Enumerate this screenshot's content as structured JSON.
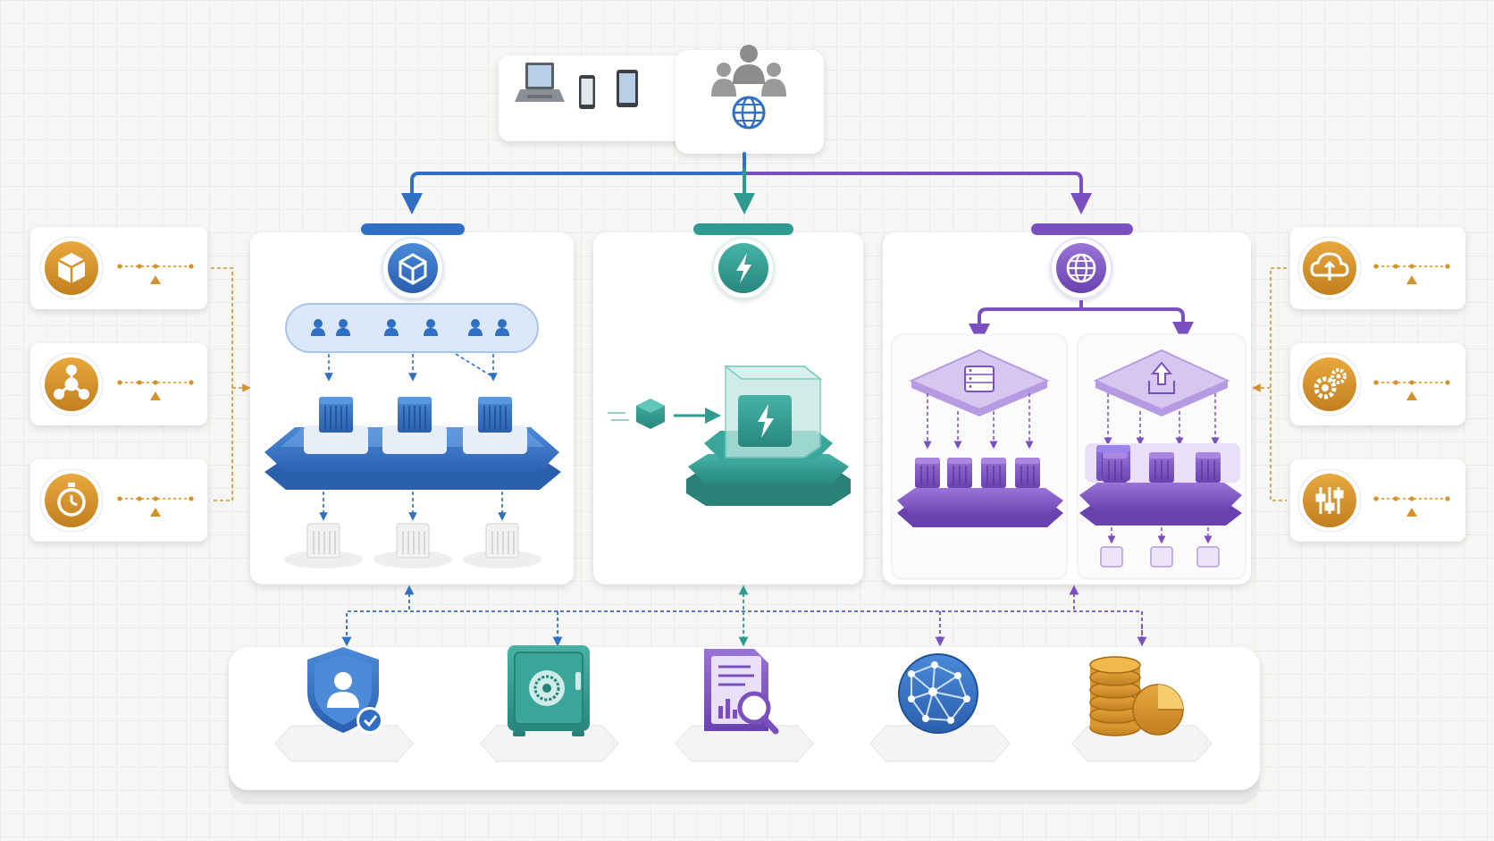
{
  "colors": {
    "blue": "#2f6fc4",
    "teal": "#2f9a8f",
    "purple": "#7a50c0",
    "gold": "#d5922b",
    "card": "#ffffff",
    "gray": "#8e8e8e"
  },
  "clients": {
    "device_icons": [
      "laptop-icon",
      "phone-icon",
      "tablet-icon"
    ],
    "user_icon": "users-globe-icon"
  },
  "panels": [
    {
      "name": "container-panel",
      "accent": "blue",
      "icon": "cube-icon"
    },
    {
      "name": "serverless-panel",
      "accent": "teal",
      "icon": "lightning-icon"
    },
    {
      "name": "web-app-panel",
      "accent": "purple",
      "icon": "globe-icon"
    }
  ],
  "left_services": [
    {
      "icon": "package-icon"
    },
    {
      "icon": "network-hub-icon"
    },
    {
      "icon": "stopwatch-icon"
    }
  ],
  "right_services": [
    {
      "icon": "cloud-sync-icon"
    },
    {
      "icon": "gears-icon"
    },
    {
      "icon": "sliders-icon"
    }
  ],
  "shared_services": [
    {
      "icon": "identity-shield-icon",
      "accent": "blue"
    },
    {
      "icon": "vault-safe-icon",
      "accent": "teal"
    },
    {
      "icon": "log-search-icon",
      "accent": "purple"
    },
    {
      "icon": "network-globe-icon",
      "accent": "blue"
    },
    {
      "icon": "cost-coins-icon",
      "accent": "gold"
    }
  ]
}
